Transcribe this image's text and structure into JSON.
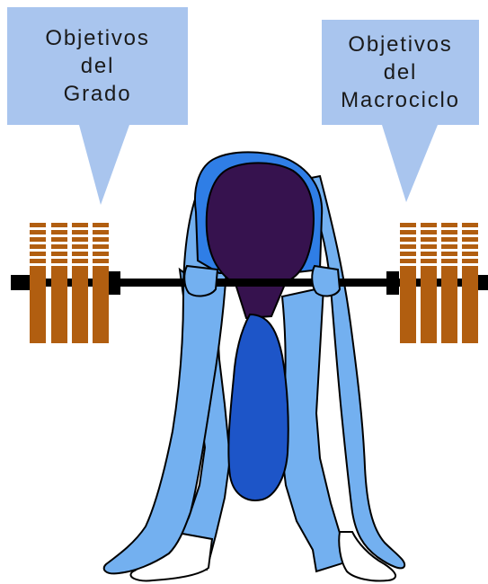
{
  "labels": {
    "left": {
      "lines": [
        "Objetivos",
        "del",
        "Grado"
      ]
    },
    "right": {
      "lines": [
        "Objetivos",
        "del",
        "Macrociclo"
      ]
    }
  },
  "colors": {
    "callout": "#a9c5ee",
    "limbs": "#73b0f0",
    "body_blue": "#2f7ee6",
    "torso": "#36124e",
    "hair": "#1d55c8",
    "plates": "#b15e10",
    "bar": "#000000",
    "outline": "#000000"
  },
  "icons": {
    "figure": "weightlifter-figure-icon",
    "barbell": "barbell-icon"
  }
}
